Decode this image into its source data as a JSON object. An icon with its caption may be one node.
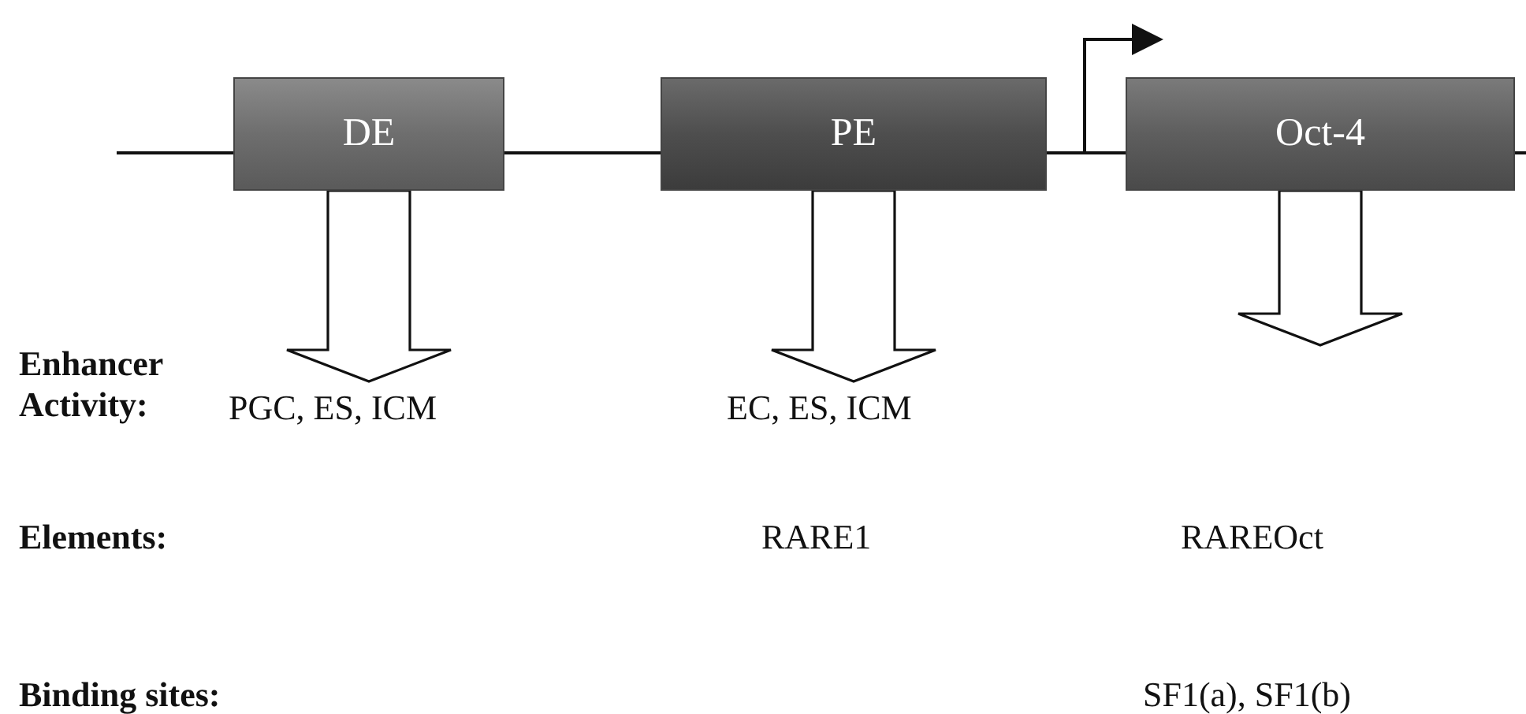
{
  "diagram": {
    "nodes": [
      {
        "text": [
          "DE"
        ]
      },
      {
        "text": [
          "PE"
        ]
      },
      {
        "text": [
          "Oct-4"
        ]
      },
      {
        "text": [
          "PGC, ES, ICM"
        ]
      },
      {
        "text": [
          "EC, ES, ICM"
        ]
      }
    ],
    "edges": [
      {
        "from": 0,
        "to": 3,
        "arrow": "to"
      },
      {
        "from": 1,
        "to": 4,
        "arrow": "to"
      },
      {
        "from": 2,
        "to": null,
        "arrow": "to"
      }
    ],
    "labels": [
      "Enhancer Activity:",
      "Elements:",
      "RARE1",
      "RAREOct",
      "Binding sites:",
      "SF1(a), SF1(b)"
    ]
  }
}
